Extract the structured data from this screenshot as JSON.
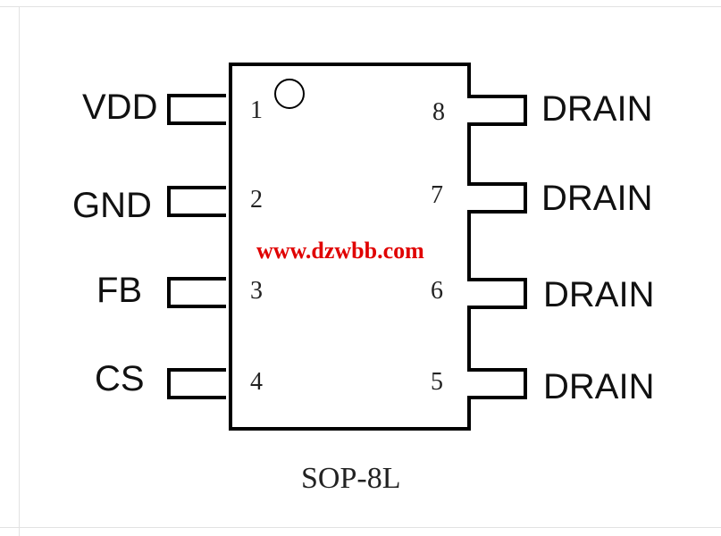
{
  "left_pins": [
    {
      "num": "1",
      "label": "VDD"
    },
    {
      "num": "2",
      "label": "GND"
    },
    {
      "num": "3",
      "label": "FB"
    },
    {
      "num": "4",
      "label": "CS"
    }
  ],
  "right_pins": [
    {
      "num": "8",
      "label": "DRAIN"
    },
    {
      "num": "7",
      "label": "DRAIN"
    },
    {
      "num": "6",
      "label": "DRAIN"
    },
    {
      "num": "5",
      "label": "DRAIN"
    }
  ],
  "watermark": "www.dzwbb.com",
  "package": "SOP-8L"
}
